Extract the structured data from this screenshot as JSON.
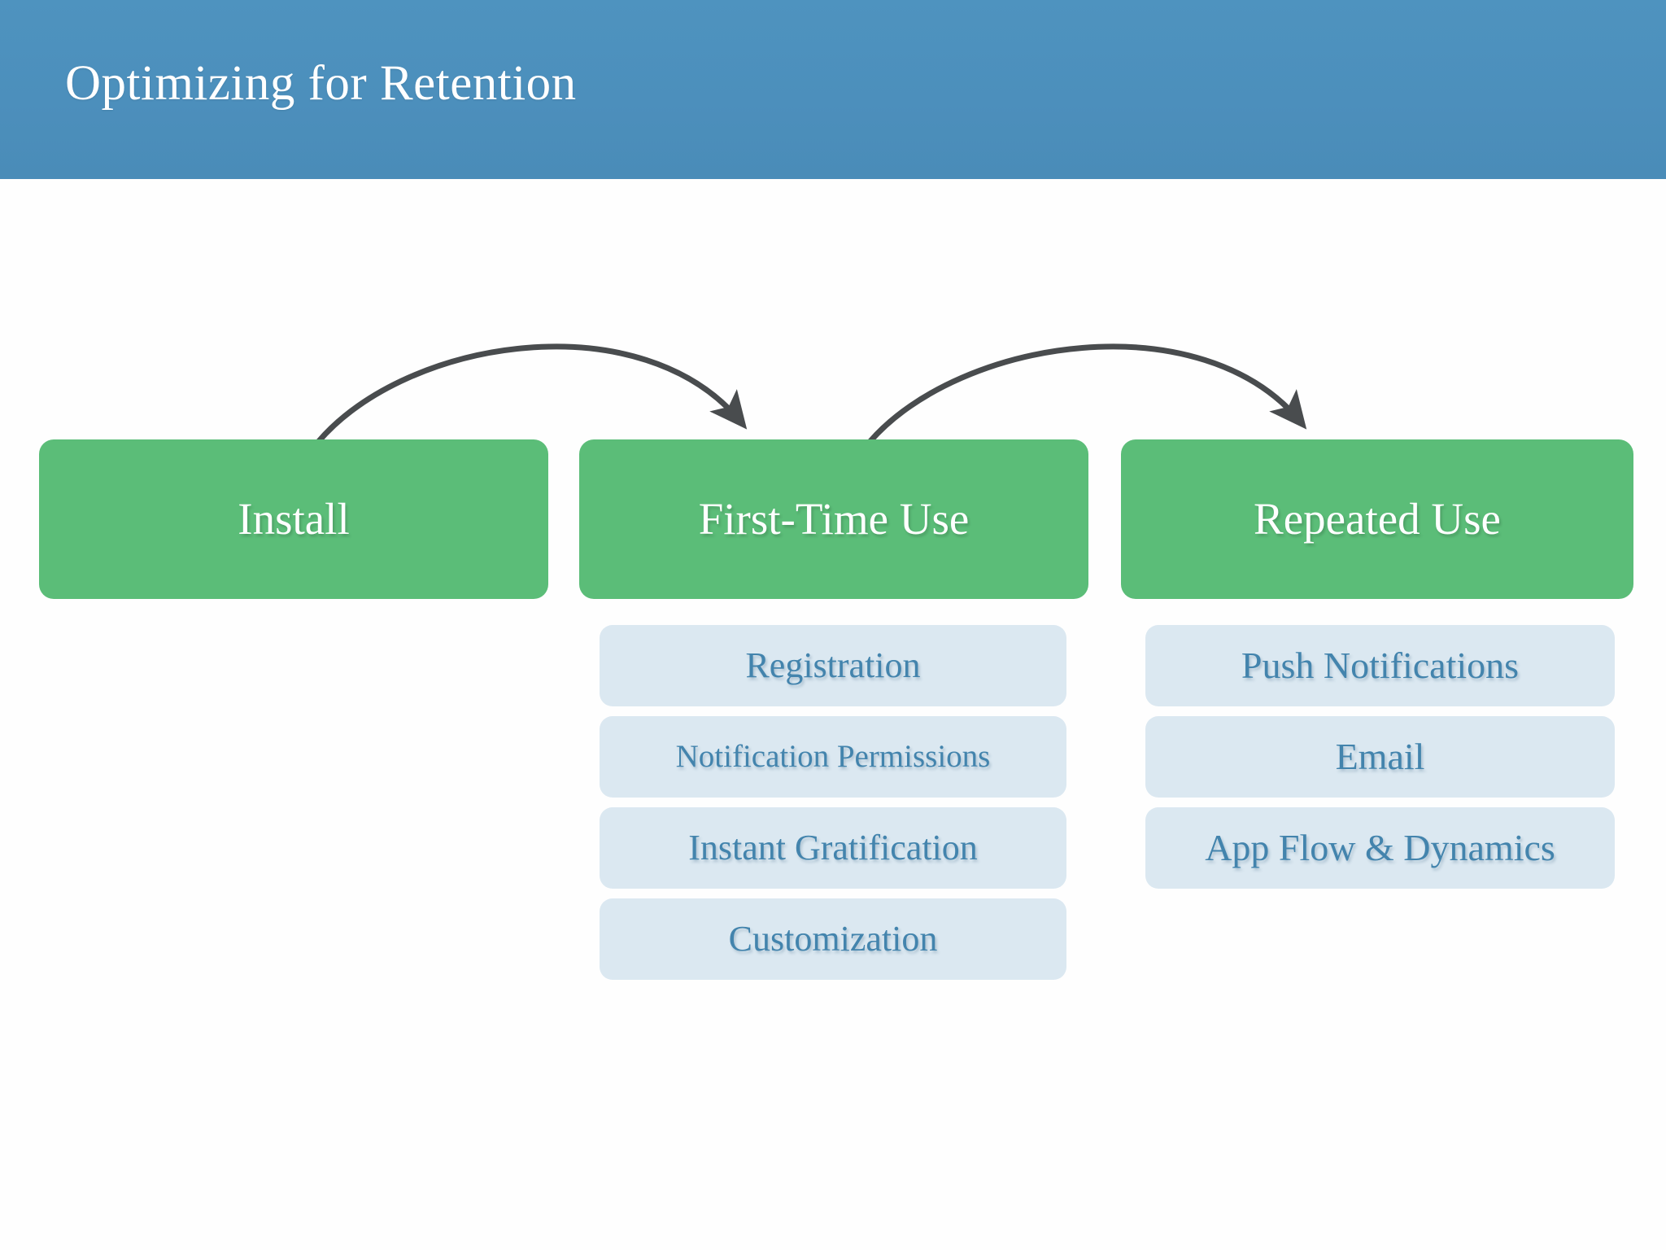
{
  "header": {
    "title": "Optimizing for Retention",
    "background_color": "#4c8fbc",
    "text_color": "#ffffff"
  },
  "colors": {
    "header_blue": "#4c8fbc",
    "stage_green": "#5bbd78",
    "sub_blue": "#dbe8f1",
    "sub_text_blue": "#4384ad",
    "arrow_gray": "#494c4e",
    "canvas_white": "#fefefe"
  },
  "diagram": {
    "type": "flow",
    "stages": [
      {
        "label": "Install",
        "items": []
      },
      {
        "label": "First-Time Use",
        "items": [
          {
            "label": "Registration",
            "size": "normal"
          },
          {
            "label": "Notification Permissions",
            "size": "tight"
          },
          {
            "label": "Instant Gratification",
            "size": "normal"
          },
          {
            "label": "Customization",
            "size": "normal"
          }
        ]
      },
      {
        "label": "Repeated Use",
        "items": [
          {
            "label": "Push Notifications",
            "size": "wide"
          },
          {
            "label": "Email",
            "size": "wide"
          },
          {
            "label": "App Flow & Dynamics",
            "size": "wide"
          }
        ]
      }
    ],
    "arrows": [
      {
        "from": "Install",
        "to": "First-Time Use",
        "style": "curved-arc"
      },
      {
        "from": "First-Time Use",
        "to": "Repeated Use",
        "style": "curved-arc"
      }
    ]
  }
}
